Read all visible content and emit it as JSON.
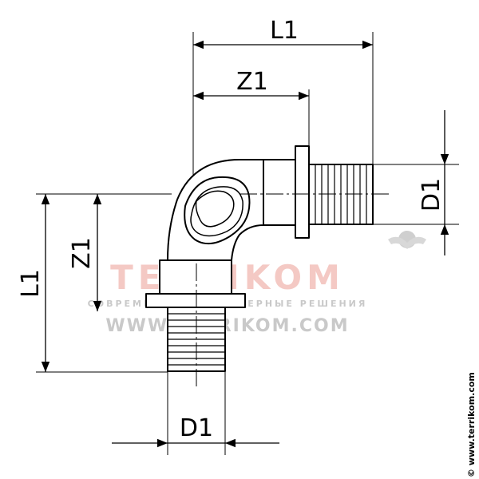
{
  "dimensions": {
    "top_l1": "L1",
    "top_z1": "Z1",
    "right_d1": "D1",
    "left_l1": "L1",
    "left_z1": "Z1",
    "bottom_d1": "D1"
  },
  "watermark": {
    "brand": "TERRIKOM",
    "tagline": "СОВРЕМЕННЫЕ ИНЖЕНЕРНЫЕ РЕШЕНИЯ",
    "url": "WWW.TERRIKOM.COM"
  },
  "side_copyright": "© www.terrikom.com",
  "colors": {
    "line": "#000000",
    "watermark_gray": "#c9c9c9",
    "watermark_red": "#f4c9c4"
  }
}
